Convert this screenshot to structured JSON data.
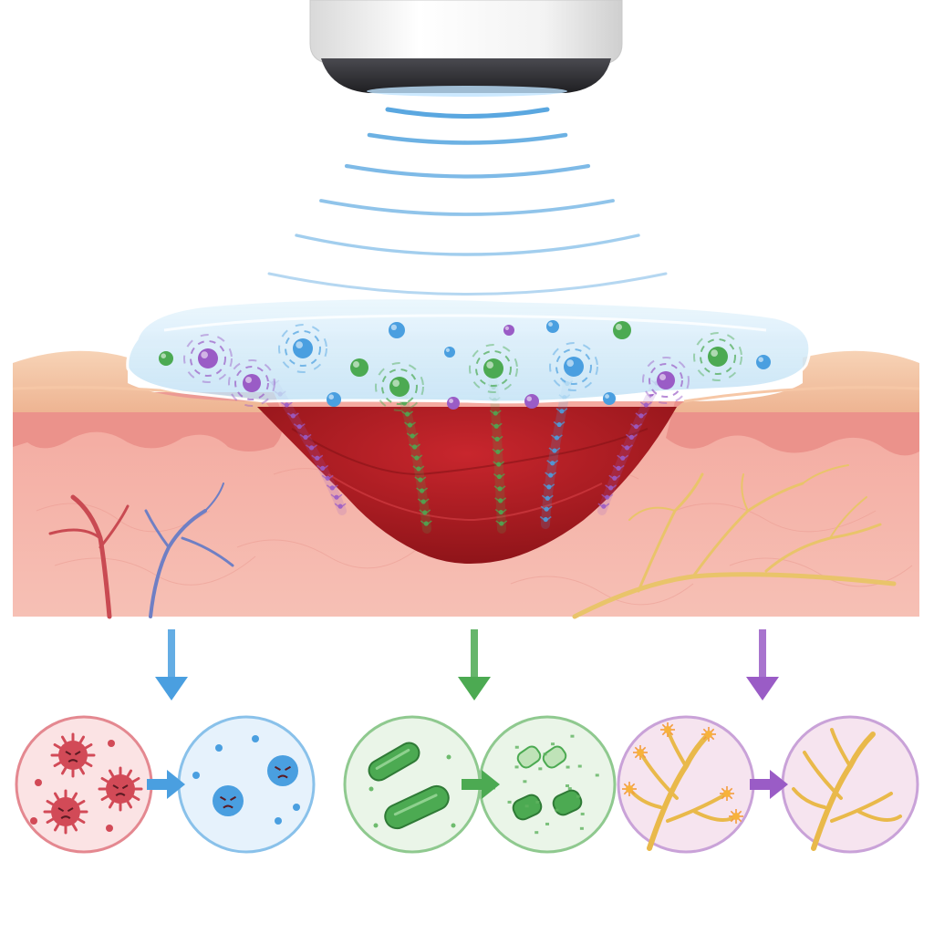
{
  "colors": {
    "background": "#ffffff",
    "probe_body": "#f1f1f1",
    "probe_ring": "#2f2f33",
    "wave": "#5aa7e0",
    "gel": "#d6ecf8",
    "skin_surface": "#f3c7a6",
    "epidermis": "#f0a59a",
    "dermis": "#f3b3a8",
    "wound": "#b51d24",
    "vessel_red": "#c94a52",
    "vessel_blue": "#6f7fc4",
    "nerve": "#e9c46a",
    "blue": "#4a9fe0",
    "green": "#4caa52",
    "purple": "#9a5cc6",
    "red": "#d24a57"
  },
  "diagram": {
    "probe": {
      "icon": "ultrasound-probe-icon"
    },
    "waves": {
      "count": 6
    },
    "gel": {
      "icon": "coupling-gel"
    },
    "particles": [
      {
        "color": "green"
      },
      {
        "color": "purple"
      },
      {
        "color": "purple"
      },
      {
        "color": "blue"
      },
      {
        "color": "green"
      },
      {
        "color": "green"
      },
      {
        "color": "blue"
      },
      {
        "color": "green"
      },
      {
        "color": "blue"
      },
      {
        "color": "purple"
      },
      {
        "color": "blue"
      },
      {
        "color": "green"
      },
      {
        "color": "blue"
      },
      {
        "color": "purple"
      },
      {
        "color": "blue"
      },
      {
        "color": "purple"
      },
      {
        "color": "blue"
      },
      {
        "color": "purple"
      },
      {
        "color": "green"
      },
      {
        "color": "blue"
      }
    ],
    "pathways": [
      {
        "color": "purple",
        "target": "wound-left-edge"
      },
      {
        "color": "green",
        "target": "wound-center-left"
      },
      {
        "color": "green",
        "target": "wound-center"
      },
      {
        "color": "blue",
        "target": "wound-center-right"
      },
      {
        "color": "purple",
        "target": "wound-right-edge"
      }
    ],
    "outcomes": [
      {
        "id": "inflammation",
        "color": "blue",
        "arrow_icon": "arrow-down-icon",
        "before": {
          "icon": "angry-red-cell-icon",
          "count": 3,
          "color": "red"
        },
        "after": {
          "icon": "calm-blue-cell-icon",
          "count": 2,
          "color": "blue"
        }
      },
      {
        "id": "bacteria",
        "color": "green",
        "arrow_icon": "arrow-down-icon",
        "before": {
          "icon": "bacteria-icon",
          "count": 2,
          "color": "green"
        },
        "after": {
          "icon": "broken-bacteria-icon",
          "count": 2,
          "color": "green"
        }
      },
      {
        "id": "nerve",
        "color": "purple",
        "arrow_icon": "arrow-down-icon",
        "before": {
          "icon": "irritated-nerve-icon",
          "count": 1,
          "color": "nerve"
        },
        "after": {
          "icon": "calm-nerve-icon",
          "count": 1,
          "color": "nerve"
        }
      }
    ]
  }
}
